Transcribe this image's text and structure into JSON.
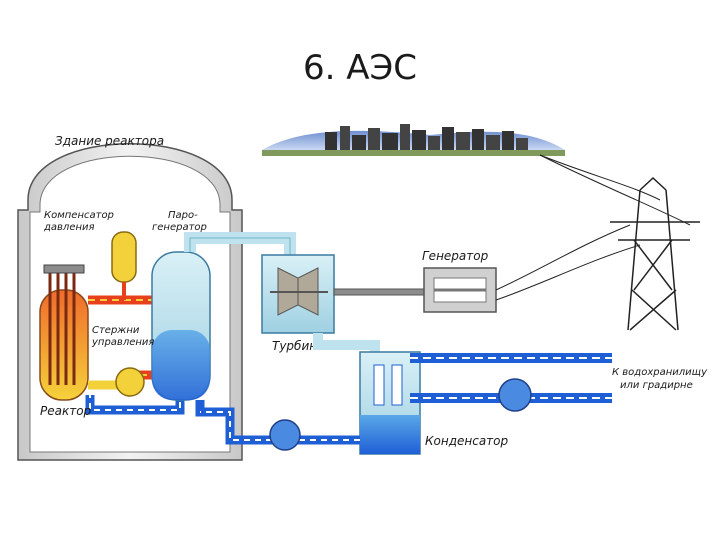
{
  "title": "6. АЭС",
  "labels": {
    "reactor_building": "Здание реактора",
    "pressurizer_line1": "Компенсатор",
    "pressurizer_line2": "давления",
    "steam_gen_line1": "Паро-",
    "steam_gen_line2": "генератор",
    "control_rods_line1": "Стержни",
    "control_rods_line2": "управления",
    "reactor": "Реактор",
    "turbine": "Турбина",
    "generator": "Генератор",
    "condenser": "Конденсатор",
    "outlet_line1": "К водохранилищу",
    "outlet_line2": "или градирне"
  },
  "colors": {
    "hot_loop": "#e8401c",
    "warm_loop": "#f2d13a",
    "cold_water": "#1f5fd6",
    "steam": "#bfe3ee",
    "building_wall": "#d9d9d9",
    "metal": "#8c8c8c"
  }
}
